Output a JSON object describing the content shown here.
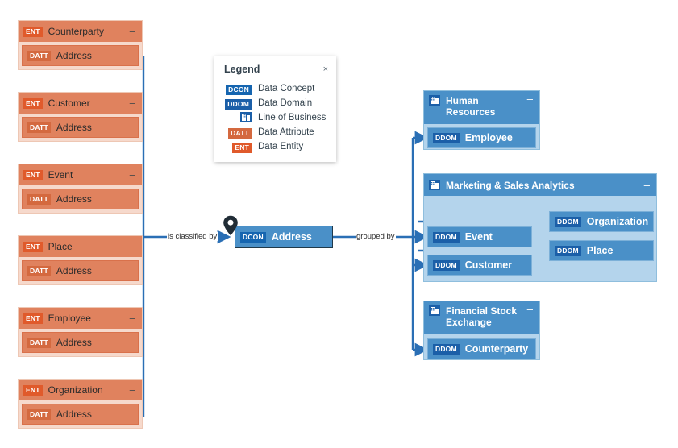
{
  "diagram": {
    "center_node": {
      "tag": "DCON",
      "label": "Address",
      "pin_icon": "location-pin-icon"
    },
    "edge_labels": {
      "left": "is classified by",
      "right": "grouped by"
    },
    "source_entities": [
      {
        "tag": "ENT",
        "name": "Counterparty",
        "attribute_tag": "DATT",
        "attribute": "Address",
        "collapse": "–"
      },
      {
        "tag": "ENT",
        "name": "Customer",
        "attribute_tag": "DATT",
        "attribute": "Address",
        "collapse": "–"
      },
      {
        "tag": "ENT",
        "name": "Event",
        "attribute_tag": "DATT",
        "attribute": "Address",
        "collapse": "–"
      },
      {
        "tag": "ENT",
        "name": "Place",
        "attribute_tag": "DATT",
        "attribute": "Address",
        "collapse": "–"
      },
      {
        "tag": "ENT",
        "name": "Employee",
        "attribute_tag": "DATT",
        "attribute": "Address",
        "collapse": "–"
      },
      {
        "tag": "ENT",
        "name": "Organization",
        "attribute_tag": "DATT",
        "attribute": "Address",
        "collapse": "–"
      }
    ],
    "lines_of_business": [
      {
        "name": "Human Resources",
        "collapse": "–",
        "icon": "line-of-business-icon",
        "domains": [
          {
            "tag": "DDOM",
            "label": "Employee"
          }
        ]
      },
      {
        "name": "Marketing & Sales Analytics",
        "collapse": "–",
        "icon": "line-of-business-icon",
        "domains": [
          {
            "tag": "DDOM",
            "label": "Organization"
          },
          {
            "tag": "DDOM",
            "label": "Event"
          },
          {
            "tag": "DDOM",
            "label": "Place"
          },
          {
            "tag": "DDOM",
            "label": "Customer"
          }
        ]
      },
      {
        "name": "Financial Stock Exchange",
        "collapse": "–",
        "icon": "line-of-business-icon",
        "domains": [
          {
            "tag": "DDOM",
            "label": "Counterparty"
          }
        ]
      }
    ]
  },
  "legend": {
    "title": "Legend",
    "close": "×",
    "items": [
      {
        "key": "DCON",
        "label": "Data Concept",
        "kind": "tag",
        "color": "#1565b0"
      },
      {
        "key": "DDOM",
        "label": "Data Domain",
        "kind": "tag",
        "color": "#1b5fa8"
      },
      {
        "key": "",
        "label": "Line of Business",
        "kind": "icon",
        "color": "#1b5fa8"
      },
      {
        "key": "DATT",
        "label": "Data Attribute",
        "kind": "tag",
        "color": "#d4693f"
      },
      {
        "key": "ENT",
        "label": "Data Entity",
        "kind": "tag",
        "color": "#e05a2b"
      }
    ]
  },
  "colors": {
    "entity_header": "#e0825e",
    "entity_body": "#f6d9cc",
    "domain_blue": "#4a90c8",
    "lob_body": "#b4d4ec",
    "wire": "#2a6fb5",
    "tag_ent": "#e05a2b",
    "tag_datt": "#d4693f",
    "tag_dcon": "#1565b0",
    "tag_ddom": "#1b5fa8"
  }
}
